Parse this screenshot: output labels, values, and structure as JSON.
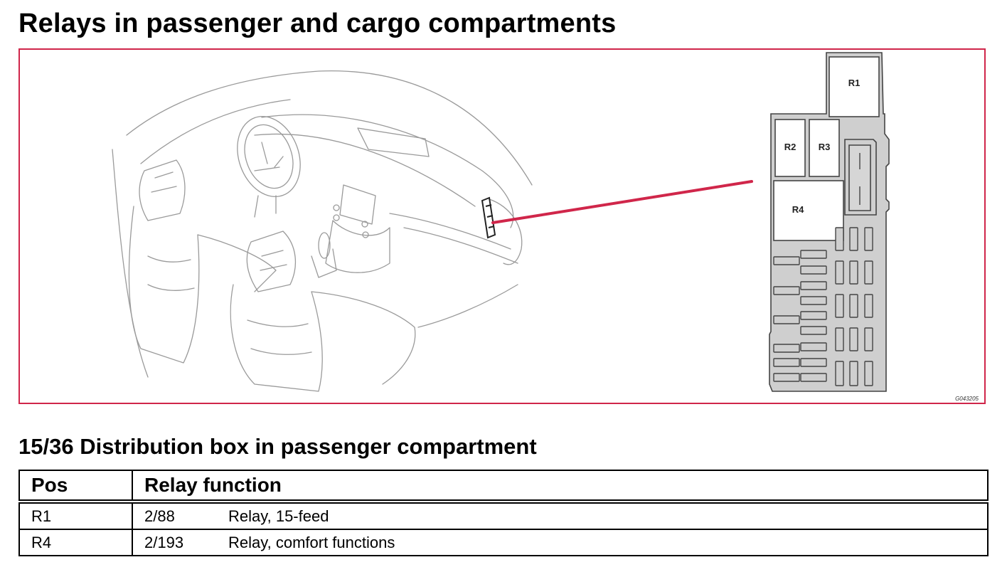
{
  "page": {
    "title": "Relays in passenger and cargo compartments",
    "section_heading": "15/36 Distribution box in passenger compartment"
  },
  "figure": {
    "image_code": "G043205",
    "relay_labels": [
      "R1",
      "R2",
      "R3",
      "R4"
    ],
    "colors": {
      "frame": "#d0264a",
      "pointer": "#d0264a",
      "box_fill": "#cfcfcf",
      "drawing_line": "#9a9a9a"
    }
  },
  "table": {
    "headers": {
      "pos": "Pos",
      "function": "Relay function"
    },
    "rows": [
      {
        "pos": "R1",
        "code": "2/88",
        "description": "Relay, 15-feed"
      },
      {
        "pos": "R4",
        "code": "2/193",
        "description": "Relay, comfort functions"
      }
    ]
  }
}
